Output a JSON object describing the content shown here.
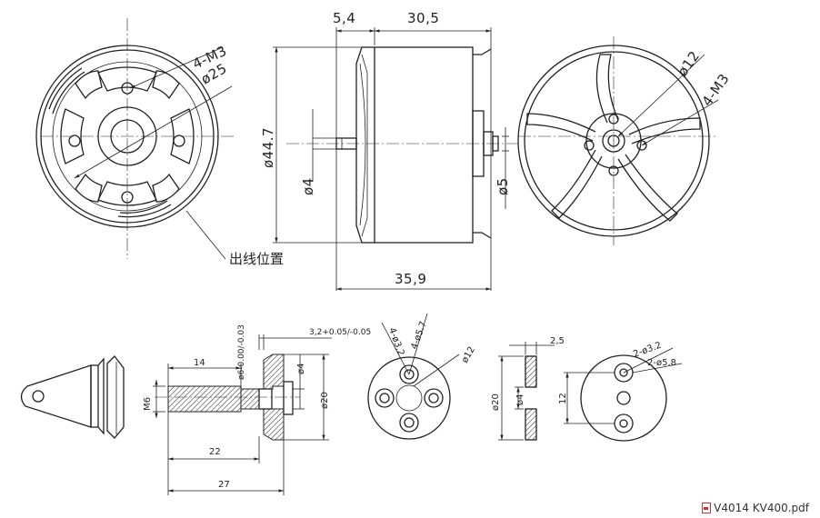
{
  "front_view": {
    "labels": {
      "holes": "4-M3",
      "pcd": "ø25",
      "wire_exit": "出线位置"
    }
  },
  "side_view": {
    "labels": {
      "top_left": "5,4",
      "top_right": "30,5",
      "bottom": "35,9",
      "diameter": "ø44.7",
      "shaft_diameter": "ø4",
      "rear_shaft": "ø5"
    }
  },
  "rear_view": {
    "labels": {
      "bore": "ø12",
      "holes": "4-M3"
    }
  },
  "adapter_side": {
    "labels": {
      "length_14": "14",
      "length_22": "22",
      "length_27": "27",
      "thread": "M6",
      "bore_tol": "ø6-0.00/-0.03",
      "flange_tol": "3,2+0.05/-0.05",
      "inner": "ø4",
      "outer": "ø20"
    }
  },
  "adapter_face": {
    "labels": {
      "holes_a": "4-ø3.2",
      "holes_b": "4-ø5.7",
      "circle": "ø12"
    }
  },
  "washer_side": {
    "labels": {
      "thickness": "2,5",
      "outer": "ø20",
      "inner": "ø4"
    }
  },
  "washer_face": {
    "labels": {
      "holes_a": "2-ø3.2",
      "holes_b": "2-ø5.8",
      "spacing": "12"
    }
  },
  "footer": {
    "filename": "V4014 KV400.pdf"
  }
}
